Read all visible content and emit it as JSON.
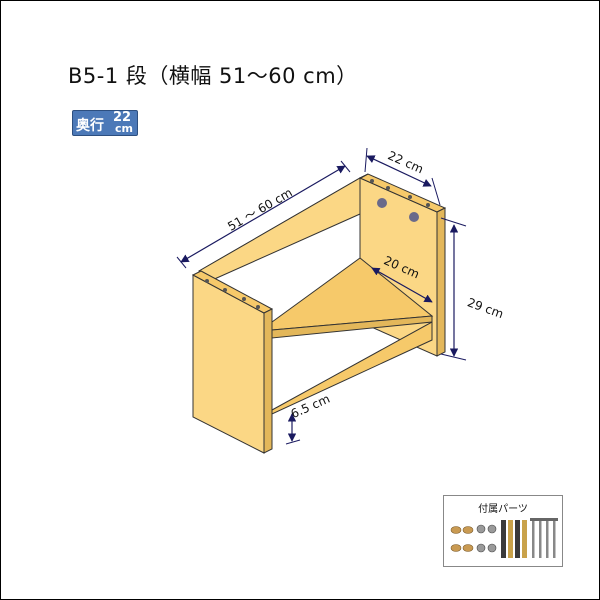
{
  "title": "B5-1 段（横幅 51〜60 cm）",
  "badge": {
    "kanji": "奥行",
    "number": "22",
    "unit": "cm"
  },
  "dimensions": {
    "width": "51 ～ 60 cm",
    "depth": "22 cm",
    "inner_depth": "20 cm",
    "height": "29 cm",
    "shelf_height": "6.5 cm"
  },
  "parts": {
    "label": "付属パーツ"
  },
  "colors": {
    "wood": "#fbd785",
    "wood_dark": "#e3b75a",
    "badge": "#4c79b8",
    "dim_line": "#1a1a60"
  }
}
